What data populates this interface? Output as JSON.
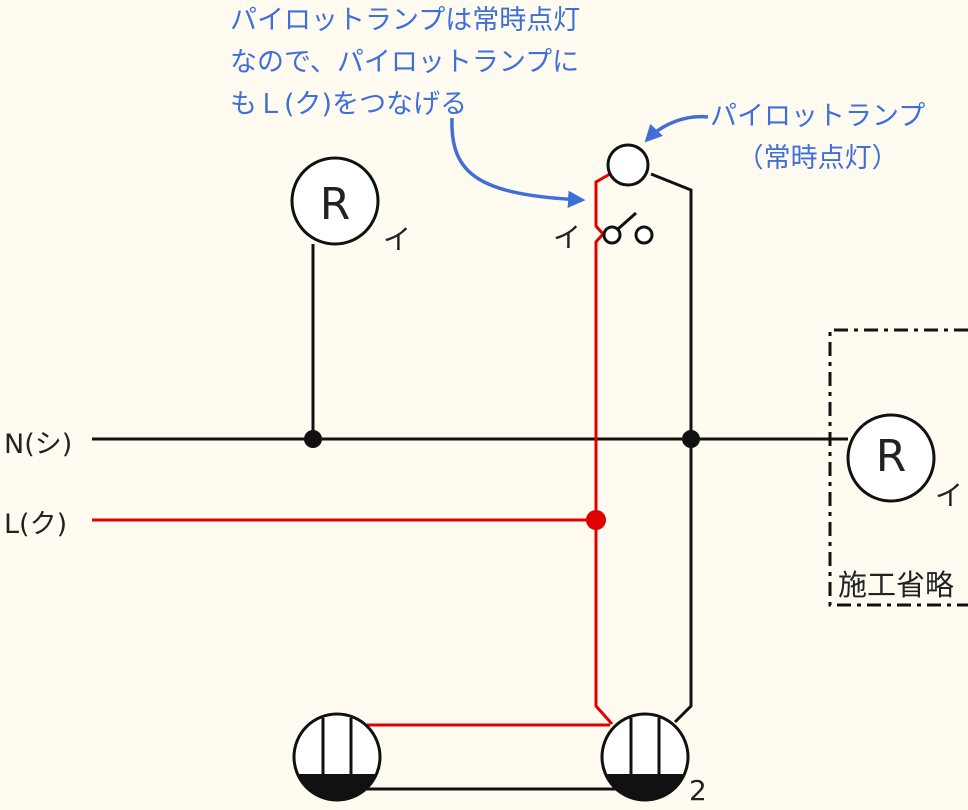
{
  "annotations": {
    "note_main": [
      "パイロットランプは常時点灯",
      "なので、パイロットランプに",
      "もＬ(ク)をつなげる"
    ],
    "note_pilot": [
      "パイロットランプ",
      "（常時点灯）"
    ]
  },
  "lines": {
    "neutral_label": "N(シ)",
    "live_label": "L(ク)"
  },
  "fixtures": {
    "lamp_symbol": "R",
    "lamp_left_circuit": "イ",
    "lamp_right_circuit": "イ",
    "switch_circuit": "イ"
  },
  "labels": {
    "omitted_area": "施工省略",
    "box_number": "2"
  },
  "colors": {
    "live_wire": "#e00000",
    "neutral_wire": "#111111",
    "annotation": "#3f6fd8",
    "background": "#fffbf1"
  }
}
